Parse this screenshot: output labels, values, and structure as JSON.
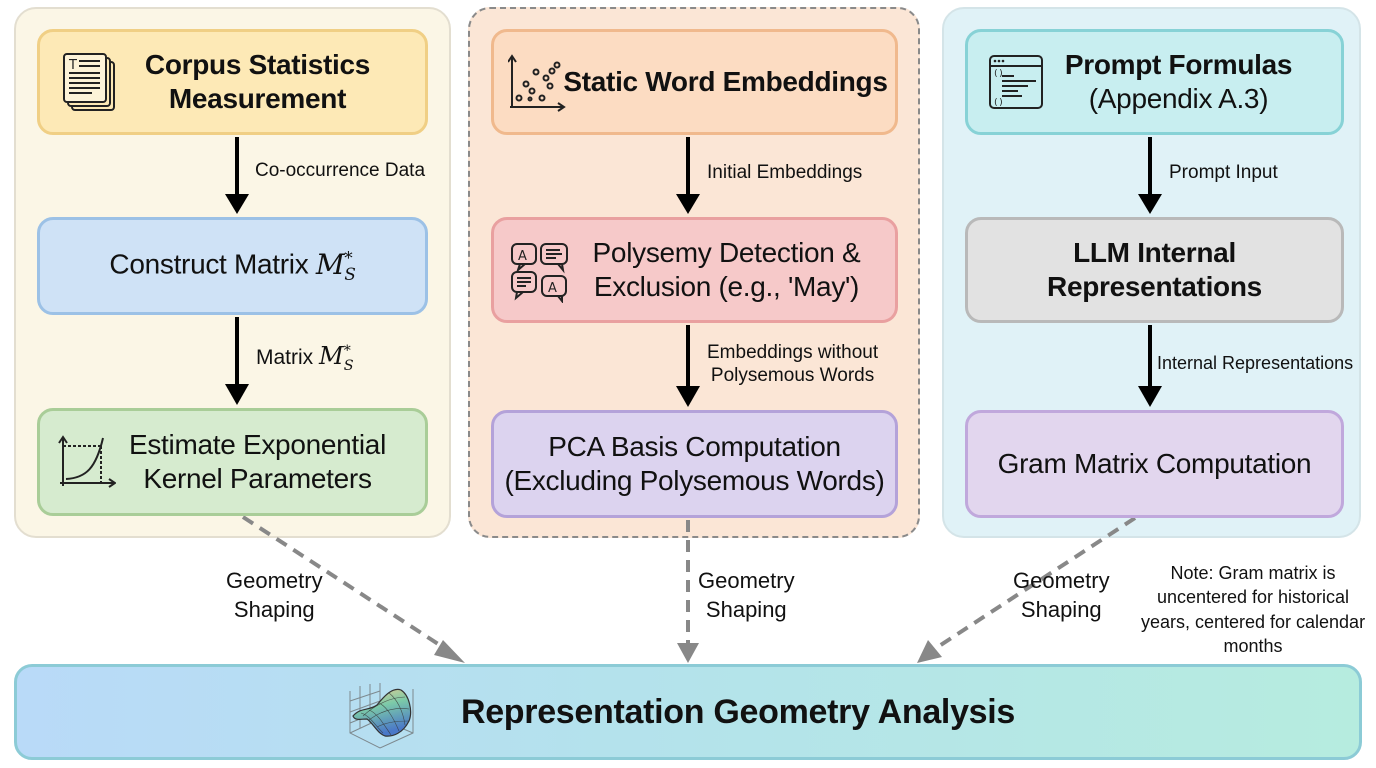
{
  "panels": [
    {
      "id": "corpus-pipeline",
      "style": "solid",
      "color": "#fbf6e6"
    },
    {
      "id": "embedding-pipeline",
      "style": "dashed",
      "color": "#fbe6d6"
    },
    {
      "id": "llm-pipeline",
      "style": "solid",
      "color": "#e0f2f7"
    }
  ],
  "nodes": {
    "corpus": {
      "label": "Corpus Statistics Measurement",
      "line1": "Corpus Statistics",
      "line2": "Measurement",
      "icon": "document-stack-icon",
      "color": "#fde9b6"
    },
    "construct": {
      "label_prefix": "Construct Matrix",
      "math_var": "M",
      "math_sub": "S",
      "math_sup": "*",
      "color": "#cfe2f6"
    },
    "estimate": {
      "line1": "Estimate Exponential",
      "line2": "Kernel Parameters",
      "icon": "exponential-curve-icon",
      "color": "#d6ebcf"
    },
    "static": {
      "label": "Static Word Embeddings",
      "icon": "scatter-plot-icon",
      "color": "#fcdcc2"
    },
    "poly": {
      "line1": "Polysemy Detection &",
      "line2": "Exclusion (e.g., 'May')",
      "icon": "speech-bubbles-icon",
      "color": "#f6c9c9"
    },
    "pca": {
      "line1": "PCA Basis Computation",
      "line2": "(Excluding Polysemous Words)",
      "color": "#dcd3ef"
    },
    "prompt": {
      "line1": "Prompt Formulas",
      "line2": "(Appendix A.3)",
      "icon": "code-window-icon",
      "color": "#c8eef0"
    },
    "llm": {
      "line1": "LLM Internal",
      "line2": "Representations",
      "color": "#e2e2e2"
    },
    "gram": {
      "label": "Gram Matrix Computation",
      "color": "#e2d6ee"
    },
    "rga": {
      "label": "Representation Geometry Analysis",
      "icon": "3d-surface-plot-icon"
    }
  },
  "edges": {
    "corpus_to_construct": "Co-occurrence Data",
    "construct_to_estimate_prefix": "Matrix",
    "static_to_poly": "Initial Embeddings",
    "poly_to_pca_line1": "Embeddings without",
    "poly_to_pca_line2": "Polysemous Words",
    "prompt_to_llm": "Prompt Input",
    "llm_to_gram": "Internal Representations",
    "geometry_line1": "Geometry",
    "geometry_line2": "Shaping"
  },
  "note": {
    "line1": "Note: Gram matrix is",
    "line2": "uncentered for historical",
    "line3": "years, centered for calendar",
    "line4": "months"
  }
}
